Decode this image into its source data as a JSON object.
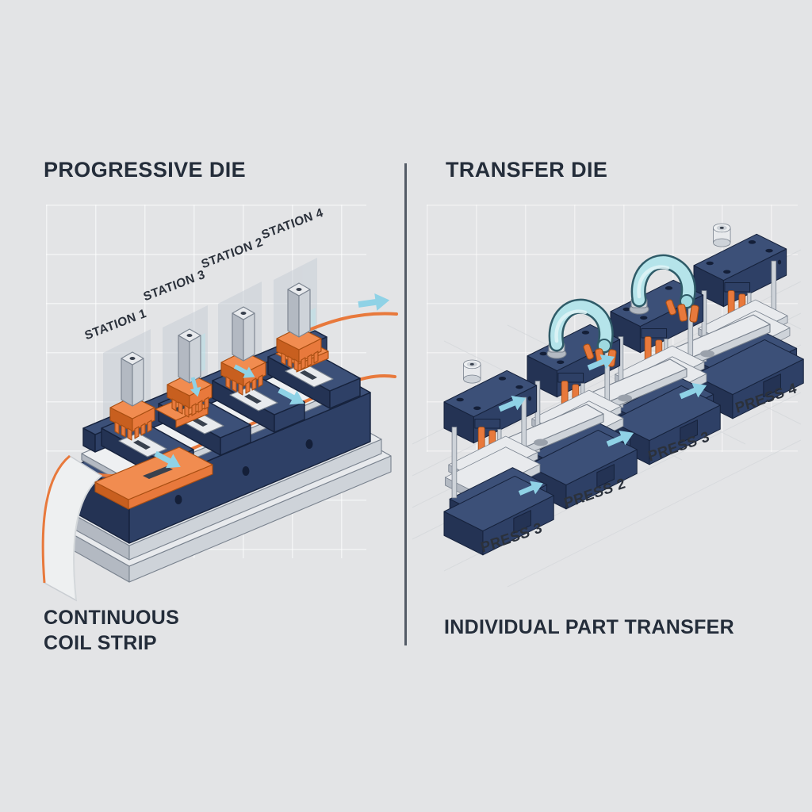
{
  "palette": {
    "bg": "#e3e4e6",
    "ink": "#242d3a",
    "label_ink": "#2b313b",
    "divider": "#39434f",
    "navy_light": "#3c5078",
    "navy": "#2e4066",
    "navy_dark": "#243354",
    "navy_edge": "#16223c",
    "steel_light": "#e8eaed",
    "steel": "#ced3d9",
    "steel_dark": "#b3b9c2",
    "steel_edge": "#79828e",
    "deck": "#eef0f2",
    "orange_light": "#f18c50",
    "orange": "#e8793c",
    "orange_dark": "#c85f1f",
    "orange_edge": "#a84e12",
    "teal": "#b5e4ea",
    "teal_edge": "#2f5b68",
    "arrow": "#8fd2e6",
    "ghost": "#c6cdd6",
    "part_gray": "#9aa1ab",
    "slot_dark": "#39414e",
    "bolt": "#141f38"
  },
  "left_panel": {
    "title": "PROGRESSIVE DIE",
    "caption": "CONTINUOUS\nCOIL STRIP",
    "stations": [
      {
        "label": "STATION 1"
      },
      {
        "label": "STATION 3"
      },
      {
        "label": "STATION 2"
      },
      {
        "label": "STATION 4"
      }
    ]
  },
  "right_panel": {
    "title": "TRANSFER DIE",
    "caption": "INDIVIDUAL PART TRANSFER",
    "presses": [
      {
        "label": "PRESS 3"
      },
      {
        "label": "PRESS 2"
      },
      {
        "label": "PRESS 3"
      },
      {
        "label": "PRESS 4"
      }
    ]
  }
}
